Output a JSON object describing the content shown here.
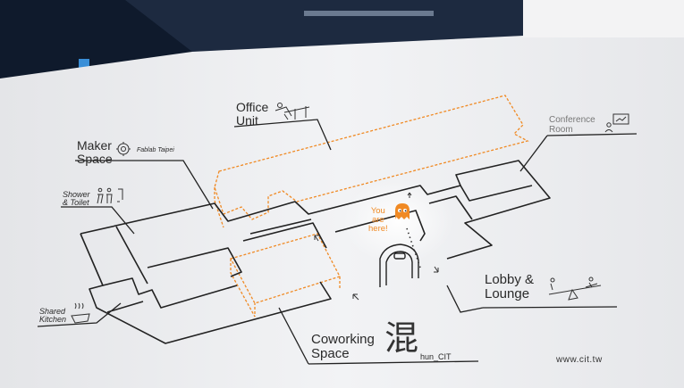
{
  "rooms": {
    "office": [
      "Office",
      "Unit"
    ],
    "conference": [
      "Conference",
      "Room"
    ],
    "maker": [
      "Maker",
      "Space"
    ],
    "fablab": "Fablab Taipei",
    "shower": [
      "Shower",
      "& Toilet"
    ],
    "kitchen": [
      "Shared",
      "Kitchen"
    ],
    "lobby": [
      "Lobby &",
      "Lounge"
    ],
    "coworking": [
      "Coworking",
      "Space"
    ],
    "hun_logo": "混",
    "hun": "hun_CIT"
  },
  "you_are_here": [
    "You",
    "are",
    "here!"
  ],
  "website": "www.cit.tw",
  "colors": {
    "wall": "#eeeff1",
    "ceiling": "#0f1a2c",
    "line": "#222222",
    "accent": "#f08a24"
  }
}
